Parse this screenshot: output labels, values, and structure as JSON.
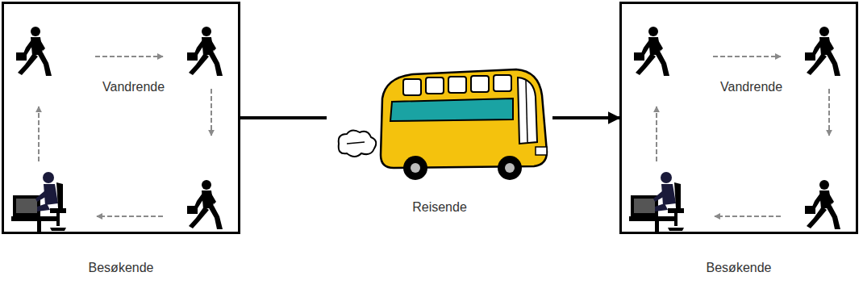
{
  "diagram": {
    "nodes": [
      {
        "text": [
          "Vandrende",
          "Besøkende"
        ]
      },
      {
        "text": [
          "Reisende"
        ]
      },
      {
        "text": [
          "Vandrende",
          "Besøkende"
        ]
      }
    ],
    "edges": [
      {
        "from": 0,
        "to": 1,
        "arrow": "none"
      },
      {
        "from": 1,
        "to": 2,
        "arrow": "to"
      }
    ]
  }
}
